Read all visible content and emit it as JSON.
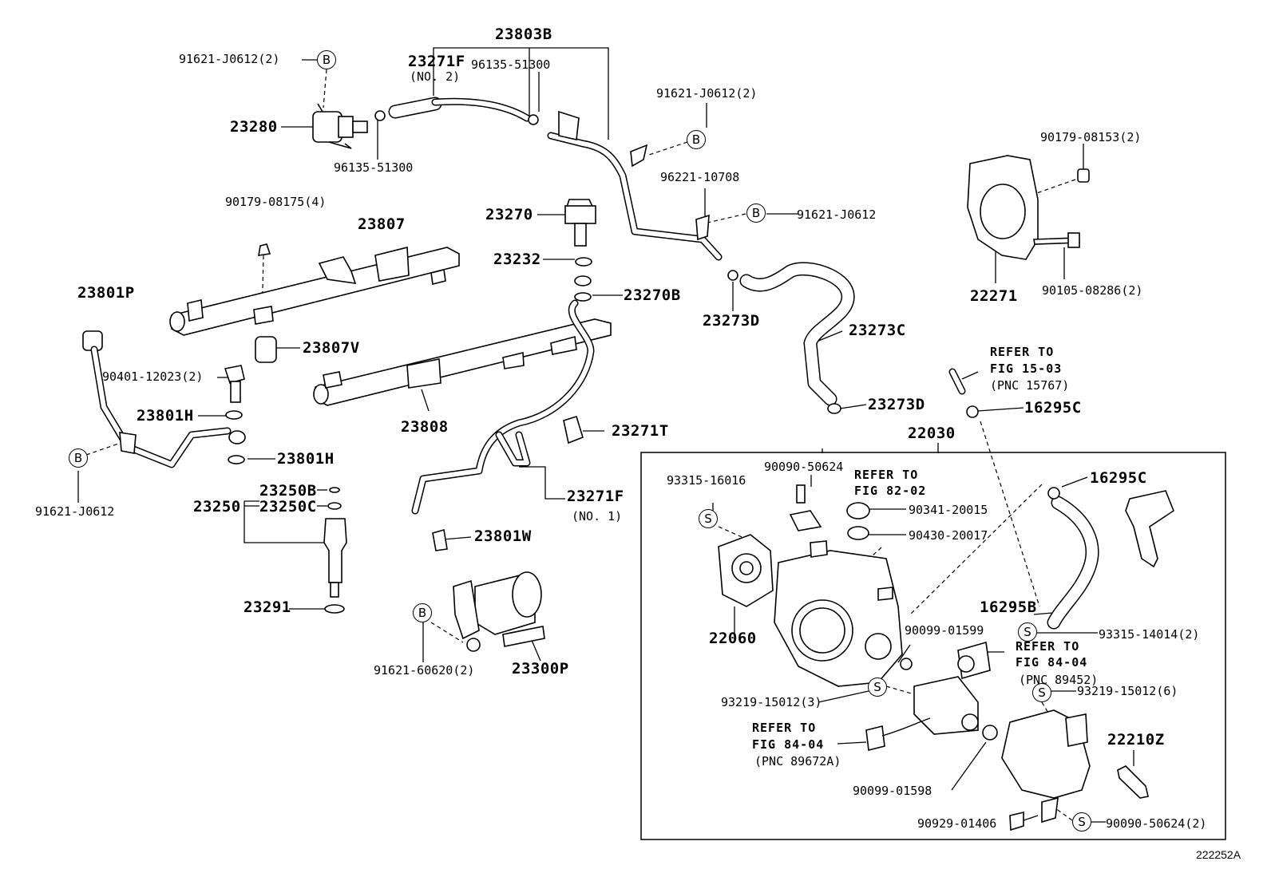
{
  "labels": {
    "l_23803b": "23803B",
    "l_91621_j0612_2_top": "91621-J0612(2)",
    "l_23271f_top": "23271F",
    "l_no2": "(NO. 2)",
    "l_96135_51300_top": "96135-51300",
    "l_91621_j0612_2_mid": "91621-J0612(2)",
    "l_23280": "23280",
    "l_96135_51300_bot": "96135-51300",
    "l_90179_08153": "90179-08153(2)",
    "l_96221_10708": "96221-10708",
    "l_91621_j0612_right": "91621-J0612",
    "l_90179_08175": "90179-08175(4)",
    "l_23807": "23807",
    "l_23270": "23270",
    "l_23232": "23232",
    "l_23270b": "23270B",
    "l_23273d_top": "23273D",
    "l_23273c": "23273C",
    "l_22271": "22271",
    "l_90105_08286": "90105-08286(2)",
    "l_23801p": "23801P",
    "l_23807v": "23807V",
    "l_90401_12023": "90401-12023(2)",
    "l_23801h_1": "23801H",
    "l_23801h_2": "23801H",
    "l_23808": "23808",
    "l_refer_to_1": "REFER TO",
    "l_fig_15_03": "FIG 15-03",
    "l_pnc_15767": "(PNC 15767)",
    "l_23273d_bot": "23273D",
    "l_16295c_1": "16295C",
    "l_22030": "22030",
    "l_23271t": "23271T",
    "l_91621_j0612_left": "91621-J0612",
    "l_23250b": "23250B",
    "l_23250": "23250",
    "l_23250c": "23250C",
    "l_23271f_bot": "23271F",
    "l_no1": "(NO. 1)",
    "l_23801w": "23801W",
    "l_90090_50624_top": "90090-50624",
    "l_93315_16016": "93315-16016",
    "l_refer_to_2": "REFER TO",
    "l_fig_82_02": "FIG 82-02",
    "l_90341_20015": "90341-20015",
    "l_90430_20017": "90430-20017",
    "l_16295c_2": "16295C",
    "l_23291": "23291",
    "l_22060": "22060",
    "l_16295b": "16295B",
    "l_93315_14014": "93315-14014(2)",
    "l_90099_01599": "90099-01599",
    "l_refer_to_3": "REFER TO",
    "l_fig_84_04_a": "FIG 84-04",
    "l_pnc_89452": "(PNC 89452)",
    "l_91621_60620": "91621-60620(2)",
    "l_23300p": "23300P",
    "l_93219_15012_3": "93219-15012(3)",
    "l_93219_15012_6": "93219-15012(6)",
    "l_refer_to_4": "REFER TO",
    "l_fig_84_04_b": "FIG 84-04",
    "l_pnc_89672a": "(PNC 89672A)",
    "l_22210z": "22210Z",
    "l_90099_01598": "90099-01598",
    "l_90929_01406": "90929-01406",
    "l_90090_50624_bot": "90090-50624(2)",
    "l_drawing_no": "222252A"
  },
  "markers": {
    "b": "B",
    "s": "S"
  }
}
